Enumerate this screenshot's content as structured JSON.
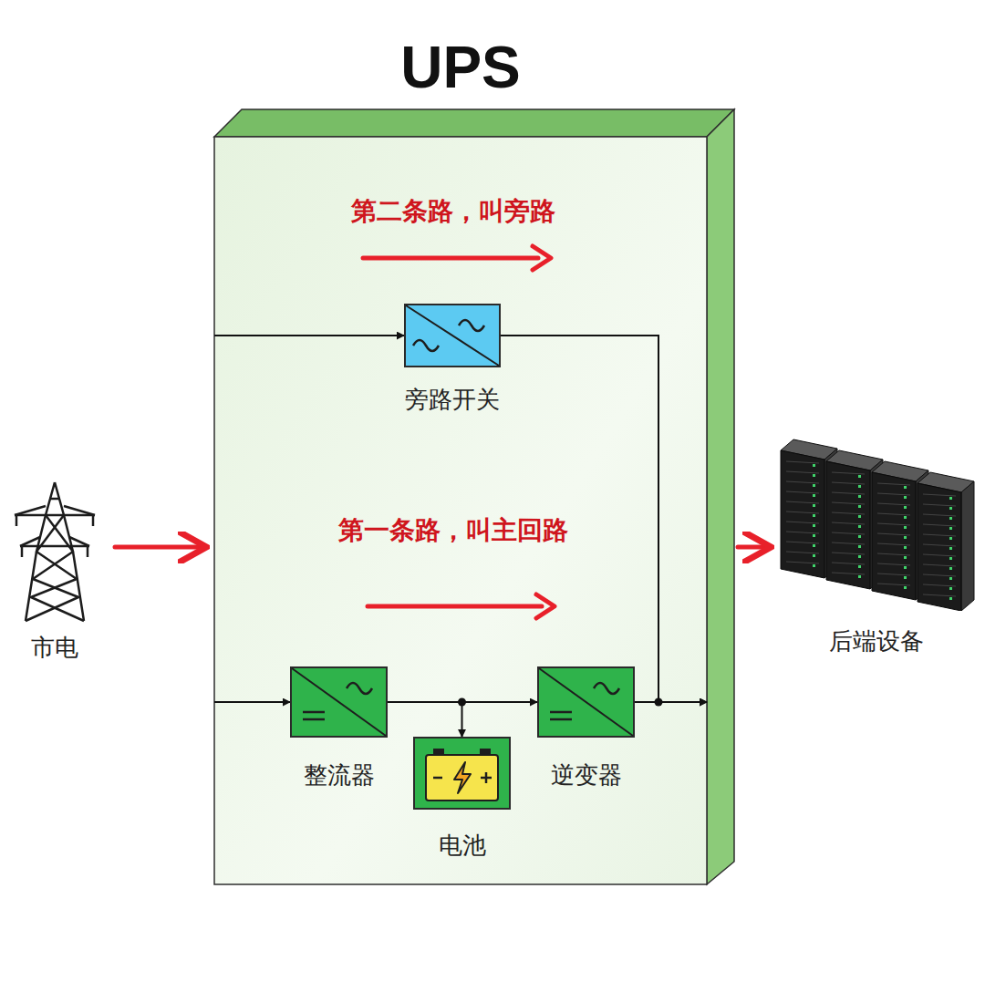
{
  "diagram": {
    "nodes": [
      {
        "text": [
          "UPS"
        ]
      },
      {
        "text": [
          "旁路开关"
        ],
        "in": 0
      },
      {
        "text": [
          "市电"
        ]
      },
      {
        "text": [
          "整流器"
        ],
        "in": 0
      },
      {
        "text": [
          "电池"
        ],
        "in": 0
      },
      {
        "text": [
          "逆变器"
        ],
        "in": 0
      },
      {
        "text": [
          "后端设备"
        ]
      }
    ],
    "edges": [
      {
        "from": 2,
        "to": 0,
        "arrow": "to"
      },
      {
        "from": 0,
        "to": 6,
        "arrow": "to"
      },
      {
        "from": 0,
        "to": 1,
        "arrow": "to"
      },
      {
        "from": 1,
        "to": 0,
        "arrow": "to"
      },
      {
        "from": 0,
        "to": 3,
        "arrow": "to"
      },
      {
        "from": 3,
        "to": 5,
        "arrow": "to"
      },
      {
        "from": 3,
        "to": 4,
        "arrow": "to"
      },
      {
        "from": 5,
        "to": 0,
        "arrow": "to"
      }
    ],
    "labels": [
      "第二条路，叫旁路",
      "第一条路，叫主回路"
    ]
  }
}
